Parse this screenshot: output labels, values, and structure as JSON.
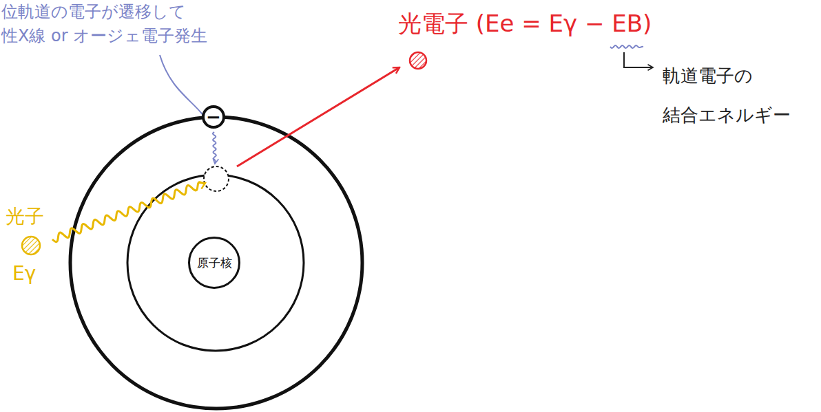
{
  "diagram": {
    "nodes": [
      {
        "text": [
          "−"
        ]
      },
      {
        "text": [
          "原子核"
        ]
      }
    ],
    "labels": [
      "位軌道の電子が遷移して 性X線 or オージェ電子発生",
      "光電子 (Ee = Eγ − EB)",
      "軌道電子の 結合エネルギー",
      "光子",
      "Eγ"
    ]
  }
}
